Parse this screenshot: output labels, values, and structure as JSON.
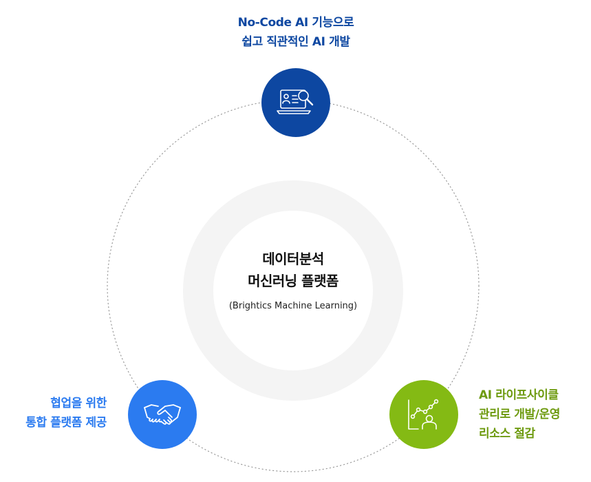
{
  "center": {
    "title_line1": "데이터분석",
    "title_line2": "머신러닝 플랫폼",
    "subtitle": "(Brightics Machine Learning)"
  },
  "nodes": {
    "top": {
      "line1": "No-Code AI 기능으로",
      "line2": "쉽고 직관적인 AI 개발",
      "icon": "laptop-search-icon",
      "color": "#0d47a1"
    },
    "left": {
      "line1": "협업을 위한",
      "line2": "통합 플랫폼 제공",
      "icon": "handshake-icon",
      "color": "#2b7bf0"
    },
    "right": {
      "line1": "AI 라이프사이클",
      "line2": "관리로 개발/운영",
      "line3": "리소스 절감",
      "icon": "chart-person-icon",
      "color": "#84ba14"
    }
  },
  "colors": {
    "ring_fill": "#f4f4f4",
    "orbit_line": "#9a9a9a"
  }
}
